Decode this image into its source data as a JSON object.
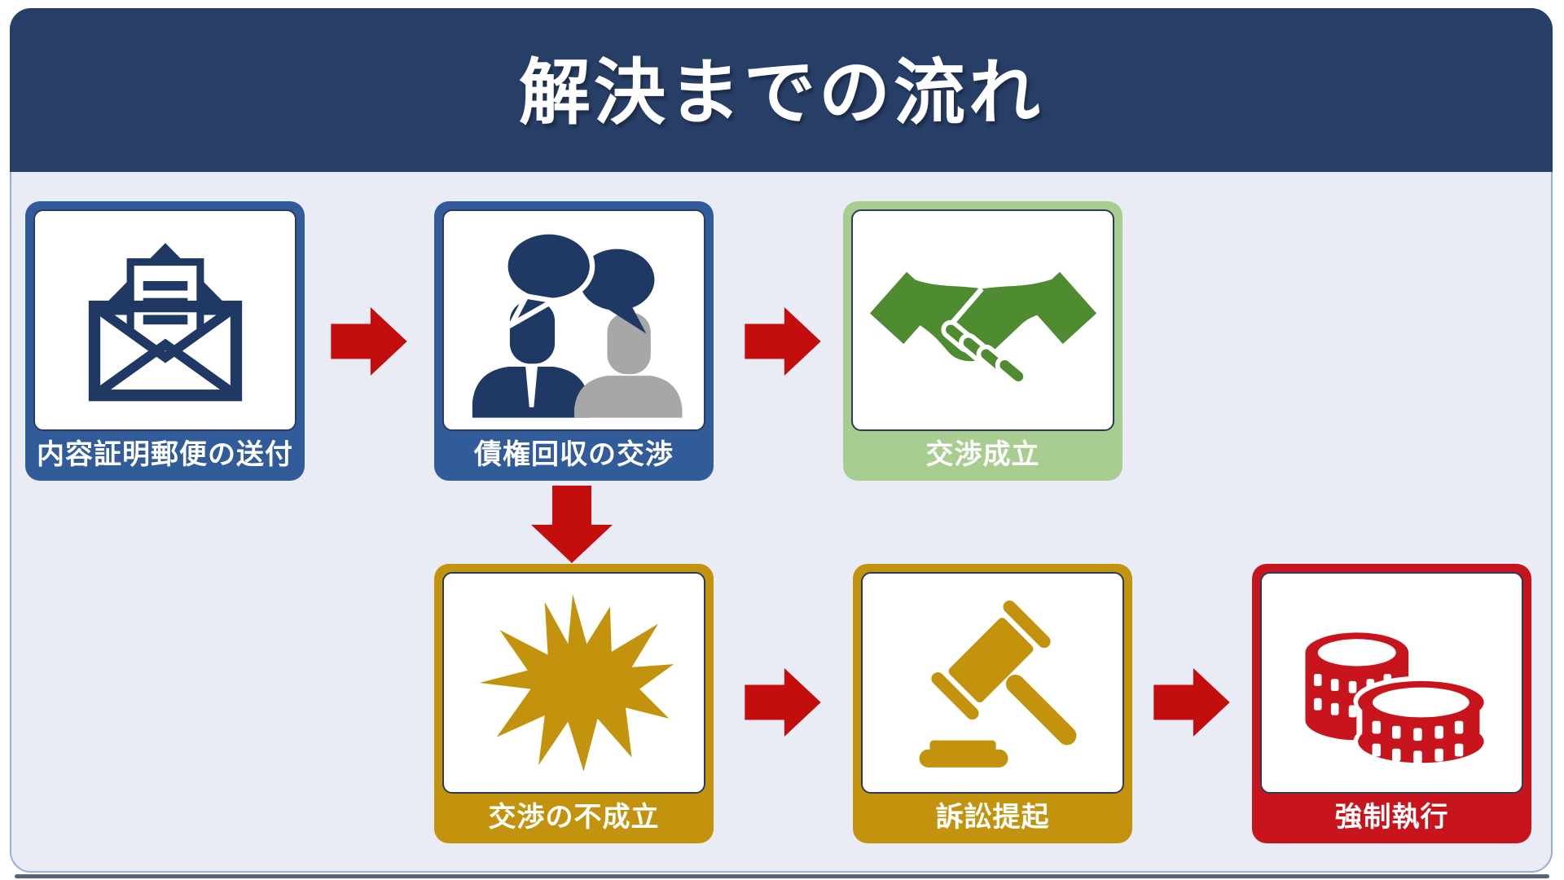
{
  "header": {
    "title": "解決までの流れ"
  },
  "steps": [
    {
      "id": "step-certified-mail",
      "label": "内容証明郵便の送付",
      "frame_color": "#325b99",
      "icon": "open-mail-icon"
    },
    {
      "id": "step-negotiation",
      "label": "債権回収の交渉",
      "frame_color": "#325b99",
      "icon": "discussion-icon"
    },
    {
      "id": "outcome-success",
      "label": "交渉成立",
      "frame_color": "#a7cd90",
      "icon": "handshake-icon"
    },
    {
      "id": "outcome-failure",
      "label": "交渉の不成立",
      "frame_color": "#c3930d",
      "icon": "explosion-burst-icon"
    },
    {
      "id": "step-lawsuit",
      "label": "訴訟提起",
      "frame_color": "#c3930d",
      "icon": "gavel-icon"
    },
    {
      "id": "step-enforcement",
      "label": "強制執行",
      "frame_color": "#c8141c",
      "icon": "money-coins-icon"
    }
  ],
  "colors": {
    "header_bg": "#273e66",
    "canvas_bg": "#e9ecf5",
    "panel_border": "#9aacd8",
    "arrow_red": "#c40d0d",
    "icon_navy": "#1f3864",
    "icon_gray": "#a7a7a7",
    "icon_green": "#4e8b31",
    "icon_gold": "#c3930d",
    "icon_red": "#c8141c",
    "label_text": "#ffffff"
  }
}
